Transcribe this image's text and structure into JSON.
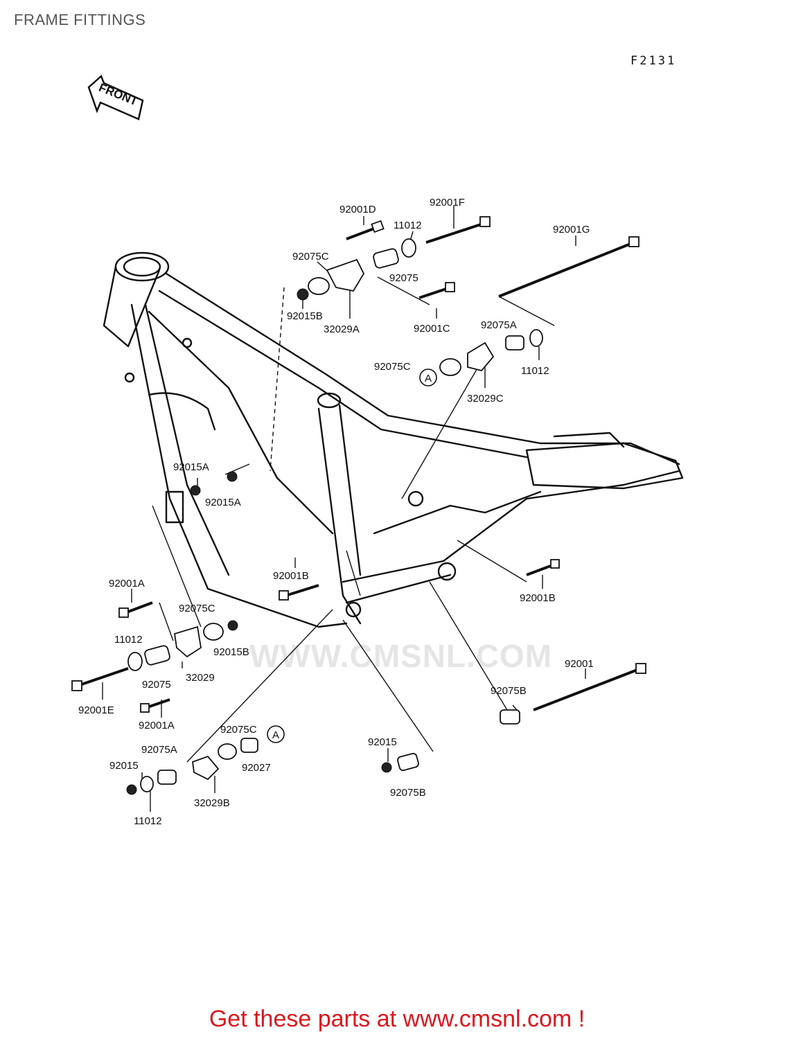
{
  "header": {
    "title": "FRAME FITTINGS",
    "code": "F2131"
  },
  "front_arrow": {
    "label": "FRONT"
  },
  "callout_marker": "A",
  "parts": {
    "p92001D": "92001D",
    "p92001F": "92001F",
    "p11012_top": "11012",
    "p92001G": "92001G",
    "p92075C_top": "92075C",
    "p92075_top": "92075",
    "p92015B_top": "92015B",
    "p32029A": "32029A",
    "p92001C": "92001C",
    "p92075A_right": "92075A",
    "p92075C_mid": "92075C",
    "p11012_right": "11012",
    "p32029C": "32029C",
    "p92015A_1": "92015A",
    "p92015A_2": "92015A",
    "p92001B_left": "92001B",
    "p92001B_right": "92001B",
    "p92001A_1": "92001A",
    "p92075C_left": "92075C",
    "p11012_left": "11012",
    "p92015B_left": "92015B",
    "p32029": "32029",
    "p92075_left": "92075",
    "p92001E": "92001E",
    "p92001A_2": "92001A",
    "p92001": "92001",
    "p92075B_right": "92075B",
    "p92075C_bottom": "92075C",
    "p92075A_bottom": "92075A",
    "p92015_left": "92015",
    "p92027": "92027",
    "p32029B": "32029B",
    "p11012_bottom": "11012",
    "p92015_bottom": "92015",
    "p92075B_bottom": "92075B"
  },
  "watermark": "WWW.CMSNL.COM",
  "promo": "Get these parts at www.cmsnl.com !"
}
